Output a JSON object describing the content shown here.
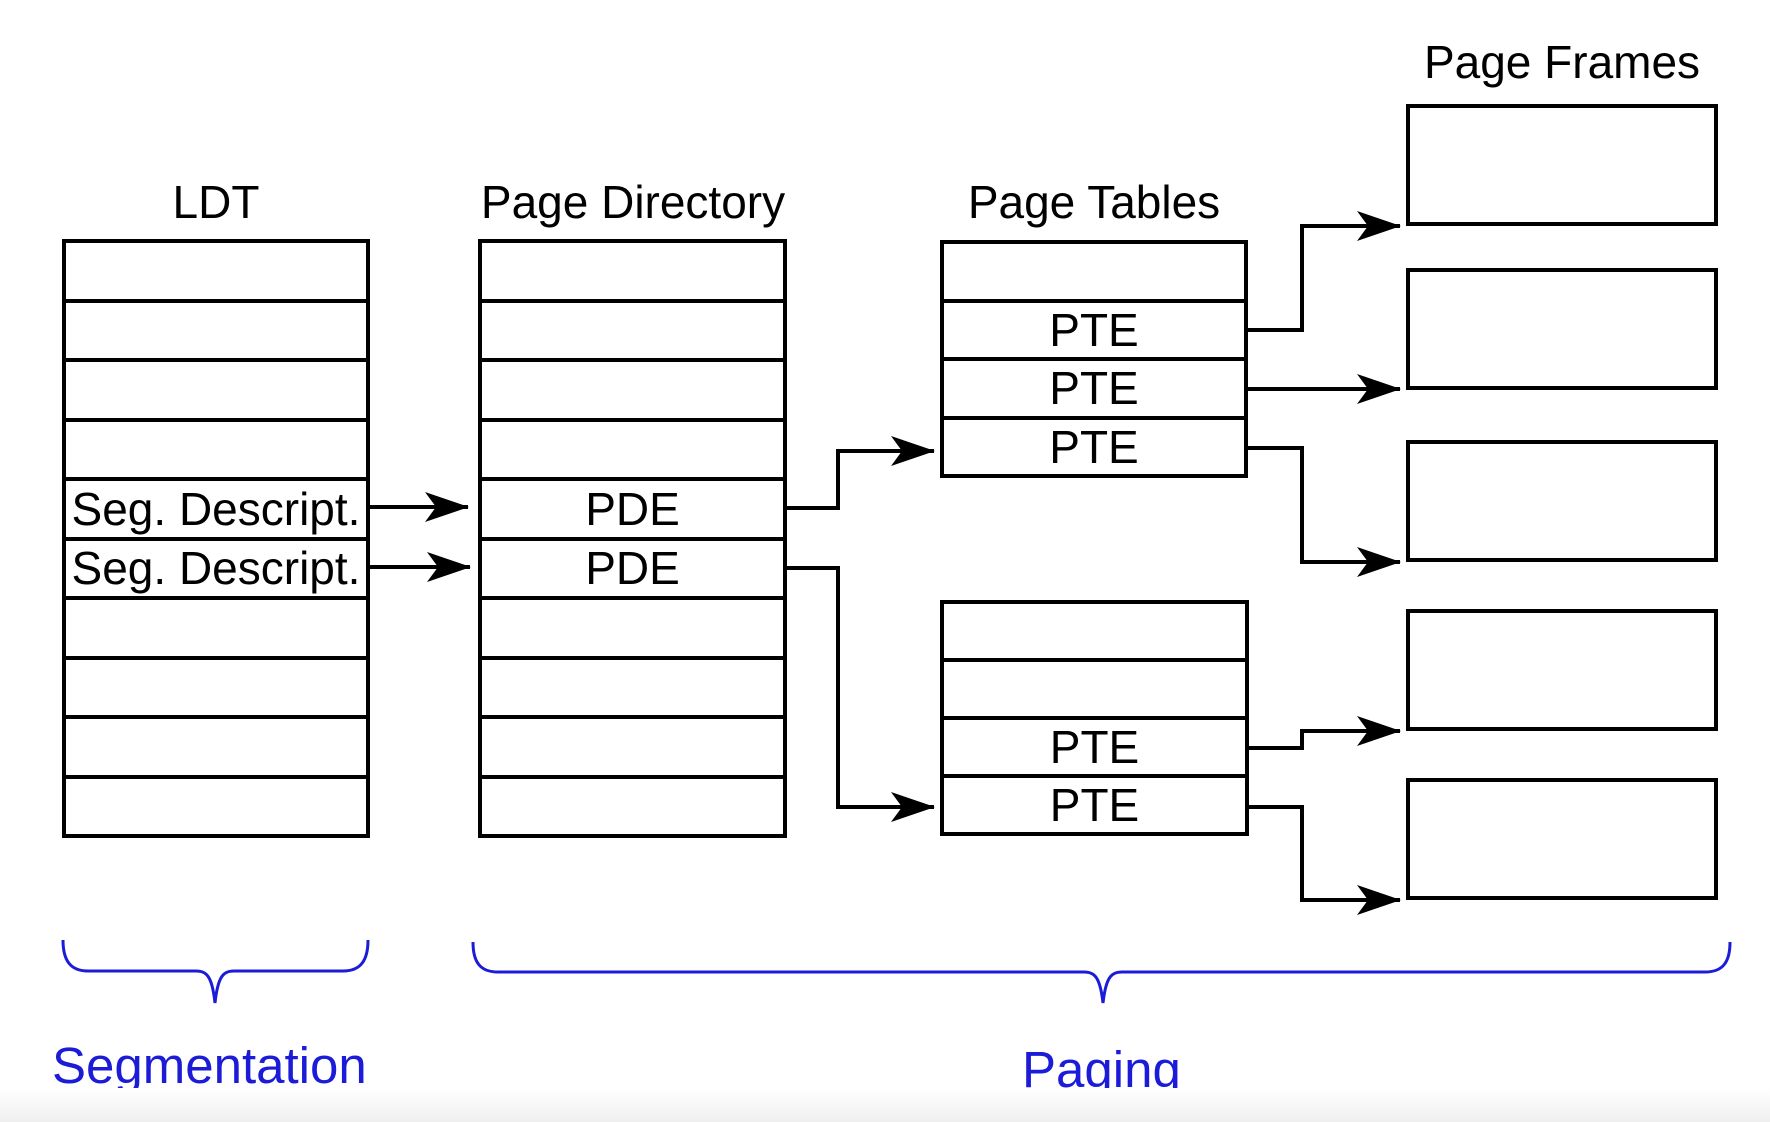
{
  "diagram": {
    "ldt": {
      "title": "LDT",
      "rows": [
        "",
        "",
        "",
        "",
        "Seg. Descript.",
        "Seg. Descript.",
        "",
        "",
        "",
        ""
      ]
    },
    "page_directory": {
      "title": "Page Directory",
      "rows": [
        "",
        "",
        "",
        "",
        "PDE",
        "PDE",
        "",
        "",
        "",
        ""
      ]
    },
    "page_tables": {
      "title": "Page Tables",
      "upper_rows": [
        "",
        "PTE",
        "PTE",
        "PTE"
      ],
      "lower_rows": [
        "",
        "",
        "PTE",
        "PTE"
      ]
    },
    "page_frames": {
      "title": "Page Frames",
      "frame_count": 5
    },
    "annotations": {
      "segmentation": "Segmentation",
      "paging": "Paging"
    },
    "colors": {
      "annotation_blue": "#1B1BD8",
      "line_black": "#000000",
      "background": "#FFFFFF"
    }
  }
}
